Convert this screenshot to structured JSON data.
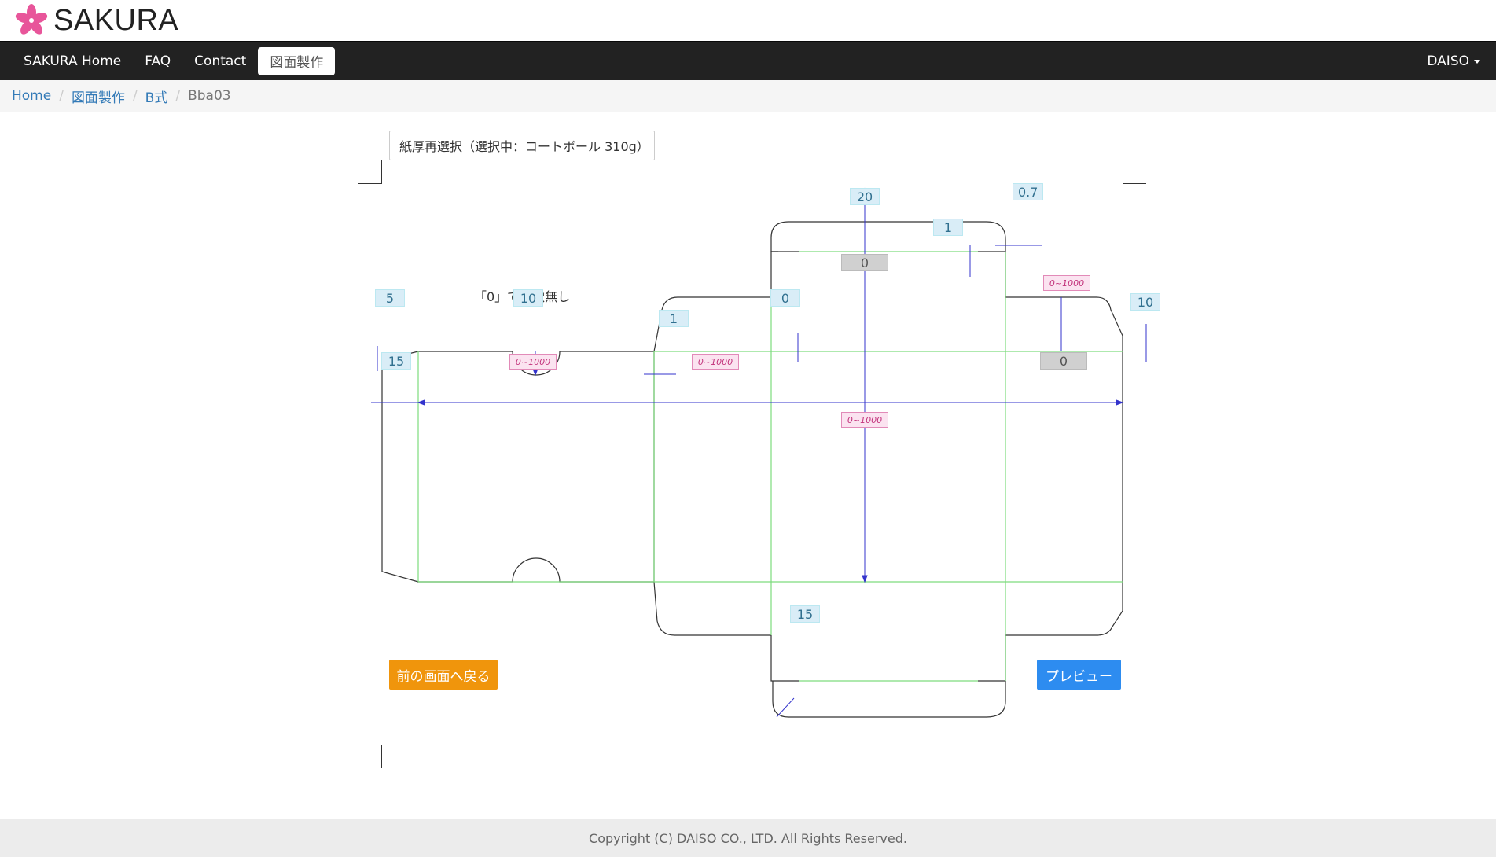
{
  "brand": {
    "name": "SAKURA",
    "logo_icon": "sakura-flower-icon",
    "logo_color": "#e8559a"
  },
  "nav": {
    "items": [
      {
        "label": "SAKURA Home",
        "active": false
      },
      {
        "label": "FAQ",
        "active": false
      },
      {
        "label": "Contact",
        "active": false
      },
      {
        "label": "図面製作",
        "active": true
      }
    ],
    "user": "DAISO"
  },
  "breadcrumb": {
    "items": [
      "Home",
      "図面製作",
      "B式"
    ],
    "current": "Bba03"
  },
  "paper_select_label": "紙厚再選択（選択中：コートボール 310g）",
  "note": "「0」で指穴無し",
  "dims": {
    "top_tuck_height": "20",
    "top_flap_thickness": "0.7",
    "top_inner_offset": "1",
    "top_panel_gray": "0",
    "right_dust_range": "0~1000",
    "right_dust_offset": "10",
    "left_edge": "5",
    "finger_hole": "10",
    "panel_gap": "1",
    "side_offset": "0",
    "glue_flap": "15",
    "width_range_1": "0~1000",
    "width_range_2": "0~1000",
    "right_gray": "0",
    "height_range": "0~1000",
    "bottom_corner": "15"
  },
  "buttons": {
    "back": "前の画面へ戻る",
    "preview": "プレビュー"
  },
  "footer": "Copyright (C) DAISO CO., LTD. All Rights Reserved.",
  "colors": {
    "crease": "#7ddc7d",
    "cut": "#333333",
    "dimension": "#3333cc",
    "back_button": "#f0950c",
    "preview_button": "#2d8cf0"
  }
}
